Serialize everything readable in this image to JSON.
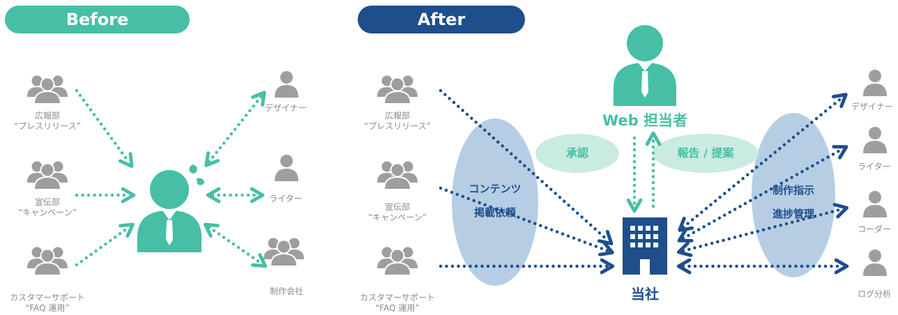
{
  "before": {
    "title": "Before",
    "sources": [
      {
        "line1": "広報部",
        "line2": "“プレスリリース”"
      },
      {
        "line1": "宣伝部",
        "line2": "“キャンペーン”"
      },
      {
        "line1": "カスタマーサポート",
        "line2": "“FAQ 運用”"
      }
    ],
    "targets": [
      "デザイナー",
      "ライター",
      "制作会社"
    ]
  },
  "after": {
    "title": "After",
    "sources": [
      {
        "line1": "広報部",
        "line2": "“プレスリリース”"
      },
      {
        "line1": "宣伝部",
        "line2": "“キャンペーン”"
      },
      {
        "line1": "カスタマーサポート",
        "line2": "“FAQ 運用”"
      }
    ],
    "request_ellipse": {
      "line1": "コンテンツ",
      "line2": "掲載依頼"
    },
    "manager_label": "Web 担当者",
    "approval": "承認",
    "report": "報告 / 提案",
    "company_label": "当社",
    "manage_ellipse": {
      "line1": "制作指示",
      "line2": "進捗管理"
    },
    "targets": [
      "デザイナー",
      "ライター",
      "コーダー",
      "ログ分析"
    ]
  },
  "colors": {
    "teal": "#46bfa6",
    "navy": "#1f4e8c",
    "gray": "#9e9e9e",
    "ellipse_blue": "#a9c5df",
    "pill_teal": "#c9ebe2"
  }
}
